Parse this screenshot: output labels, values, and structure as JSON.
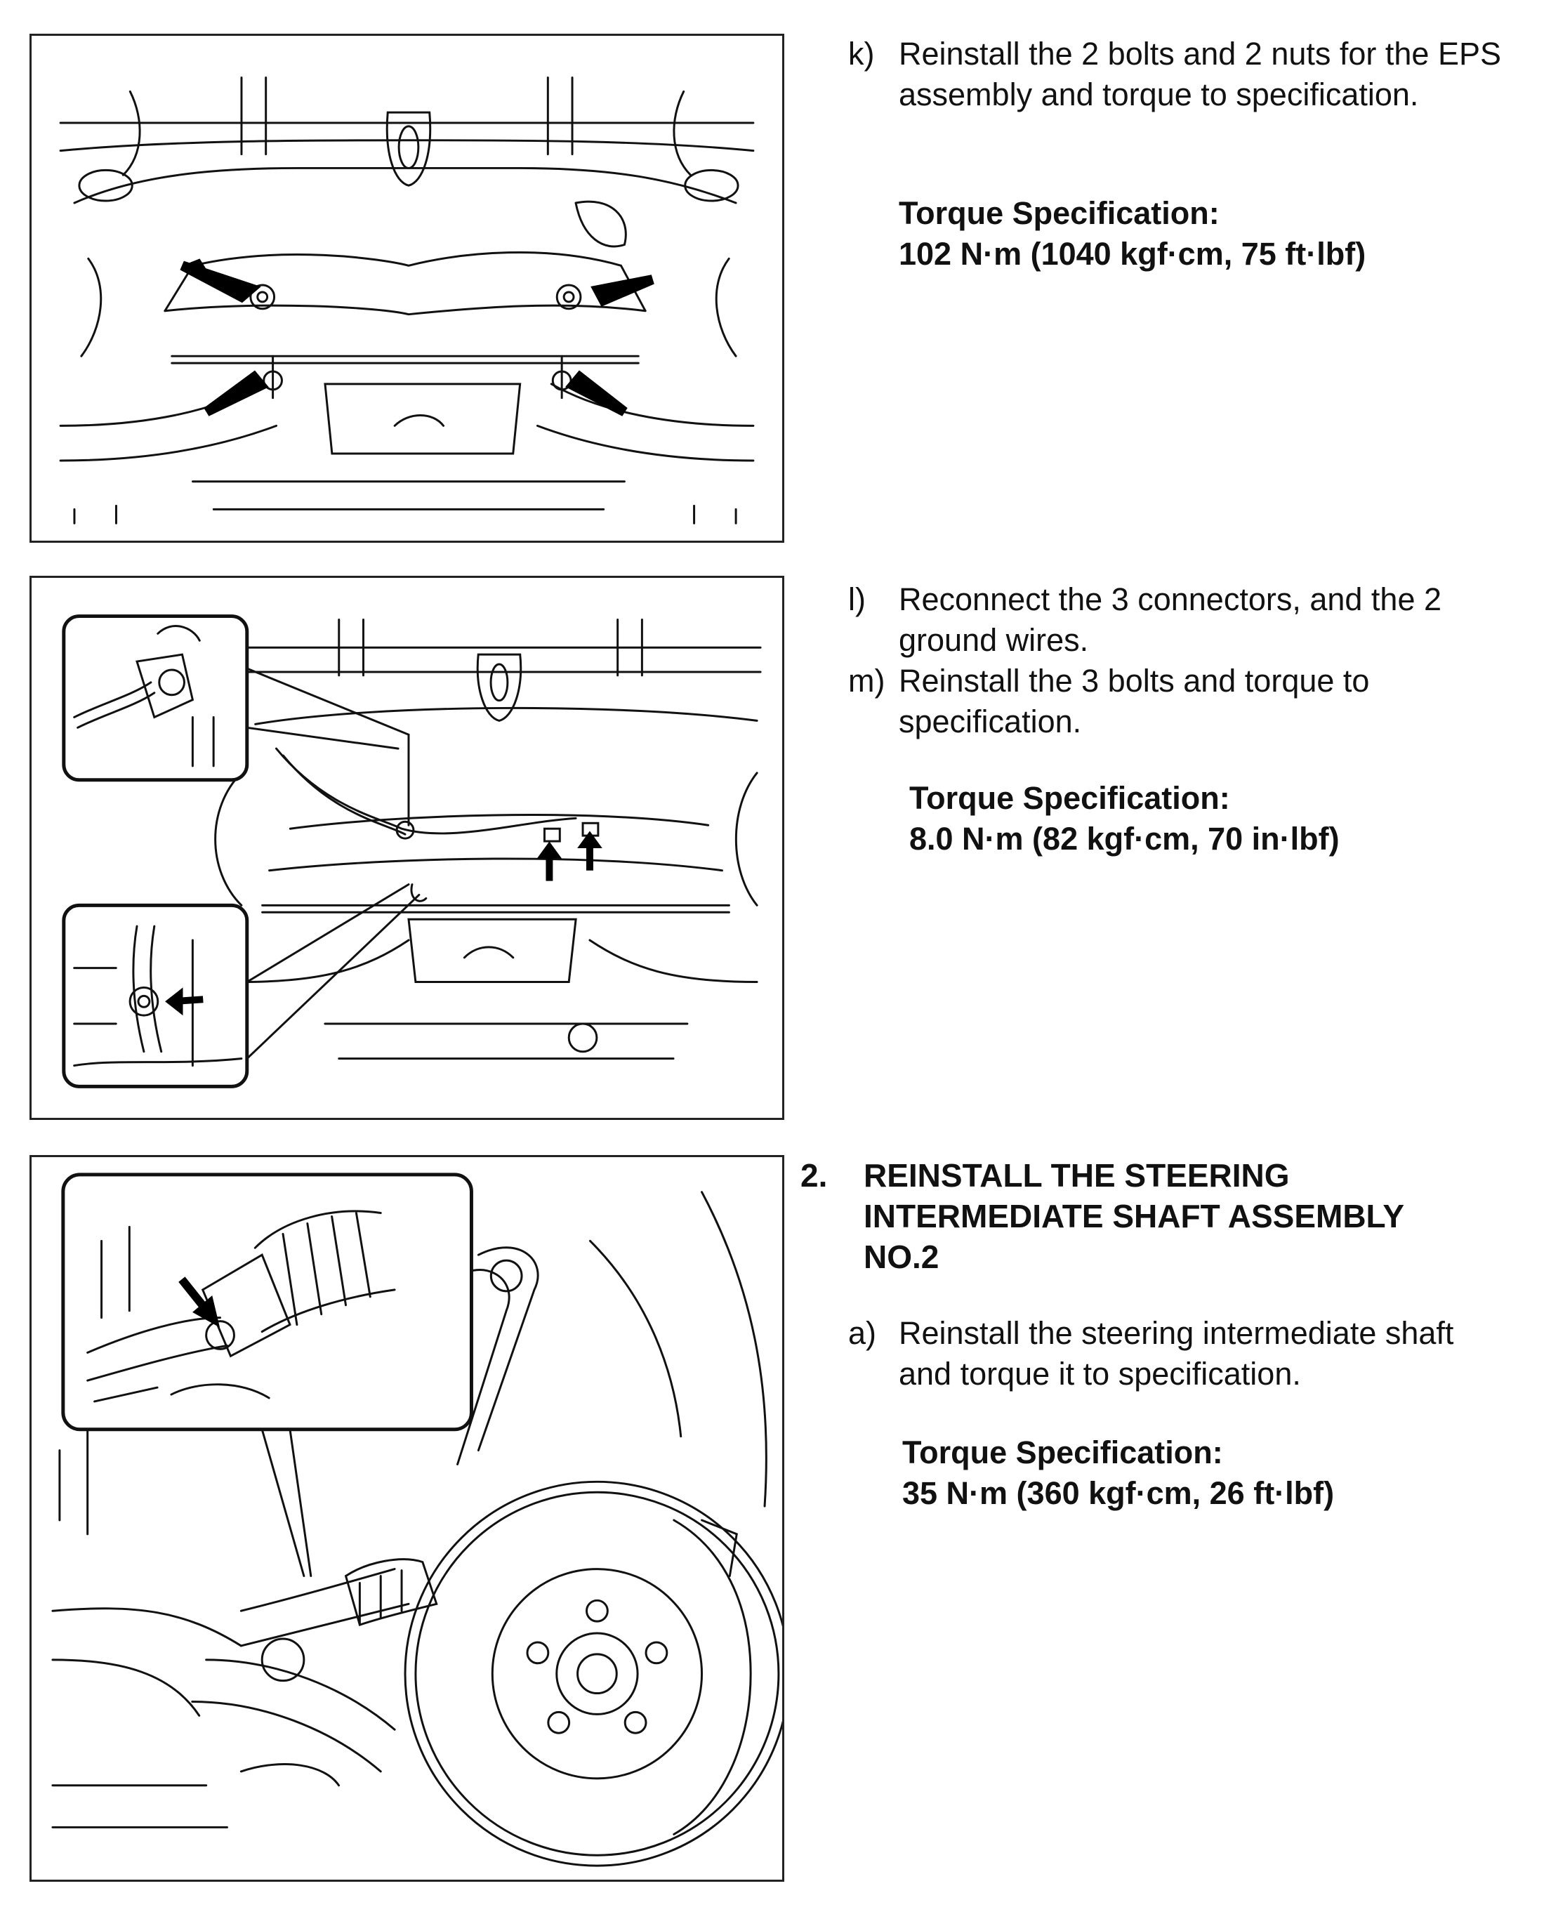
{
  "section1": {
    "step_k": {
      "label": "k)",
      "text": "Reinstall the 2 bolts and 2 nuts for the EPS assembly and torque to specification."
    },
    "spec": {
      "title": "Torque Specification:",
      "value": "102 N·m (1040 kgf·cm, 75 ft·lbf)"
    }
  },
  "section2": {
    "step_l": {
      "label": "l)",
      "text": "Reconnect the 3 connectors, and the 2 ground wires."
    },
    "step_m": {
      "label": "m)",
      "text": "Reinstall the 3 bolts and torque to specification."
    },
    "spec": {
      "title": "Torque Specification:",
      "value": "8.0 N·m (82 kgf·cm, 70 in·lbf)"
    }
  },
  "section3": {
    "heading": {
      "number": "2.",
      "title": "REINSTALL THE STEERING INTERMEDIATE SHAFT ASSEMBLY NO.2"
    },
    "step_a": {
      "label": "a)",
      "text": "Reinstall the steering intermediate shaft and torque it to specification."
    },
    "spec": {
      "title": "Torque Specification:",
      "value": "35 N·m (360 kgf·cm, 26 ft·lbf)"
    }
  }
}
